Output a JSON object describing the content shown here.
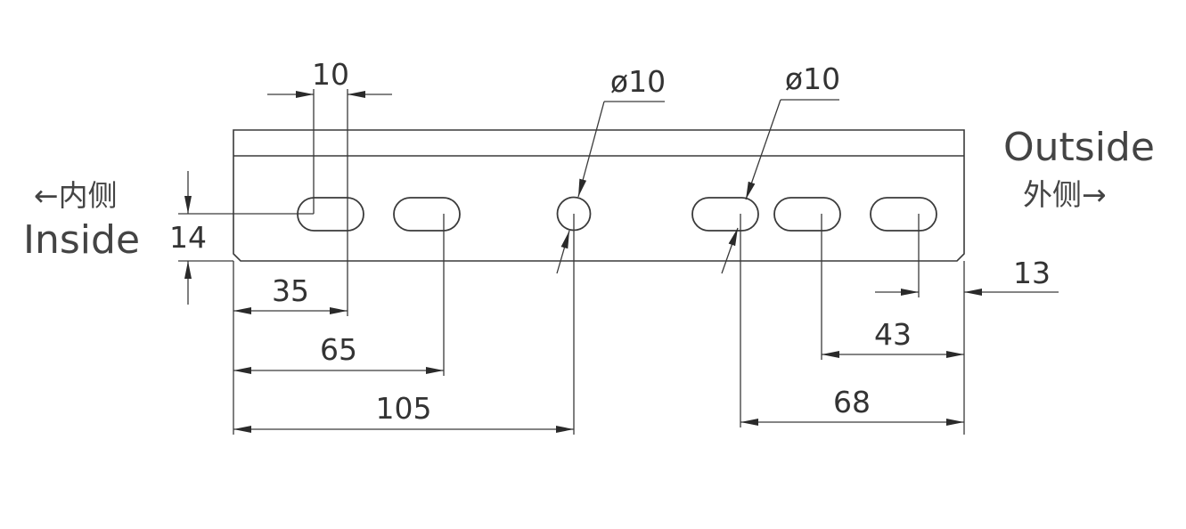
{
  "labels": {
    "inside_en": "Inside",
    "inside_cn": "←内侧",
    "outside_en": "Outside",
    "outside_cn": "外侧→"
  },
  "dimensions": {
    "slot_width": "10",
    "rail_height": "14",
    "hole1": "35",
    "hole2": "65",
    "hole3": "105",
    "diameter_left": "ø10",
    "diameter_right": "ø10",
    "right_end": "13",
    "right_hole2": "43",
    "right_hole3": "68"
  }
}
